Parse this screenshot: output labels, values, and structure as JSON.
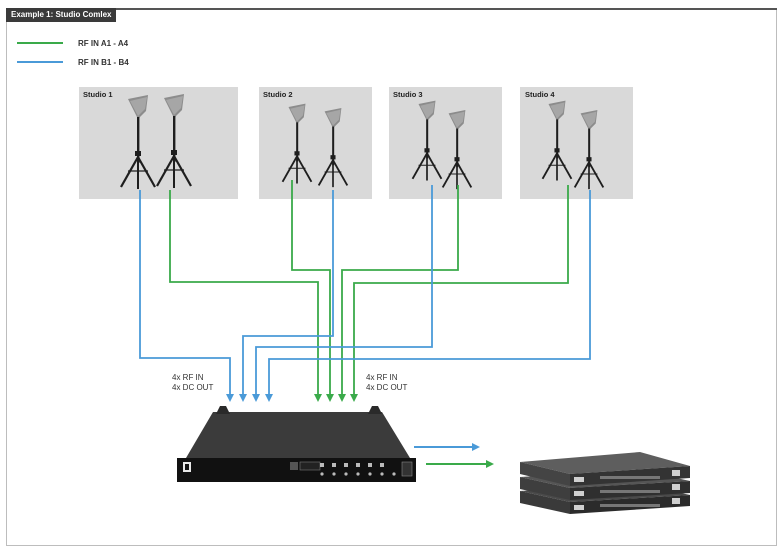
{
  "header": {
    "tab_label": "Example 1: Studio Comlex"
  },
  "legend": [
    {
      "label": "RF IN A1 - A4",
      "color": "#3aaa4a"
    },
    {
      "label": "RF IN B1 - B4",
      "color": "#4a9ad8"
    }
  ],
  "studios": [
    {
      "label": "Studio 1"
    },
    {
      "label": "Studio 2"
    },
    {
      "label": "Studio 3"
    },
    {
      "label": "Studio 4"
    }
  ],
  "device_labels": {
    "left_line1": "4x RF IN",
    "left_line2": "4x DC OUT",
    "right_line1": "4x RF IN",
    "right_line2": "4x DC OUT"
  },
  "colors": {
    "green": "#3aaa4a",
    "blue": "#4a9ad8",
    "studio_bg": "#d9d9d9"
  },
  "icons": {
    "antenna": "tripod-antenna-icon",
    "splitter": "antenna-splitter-icon",
    "receivers": "receiver-rack-icon"
  }
}
